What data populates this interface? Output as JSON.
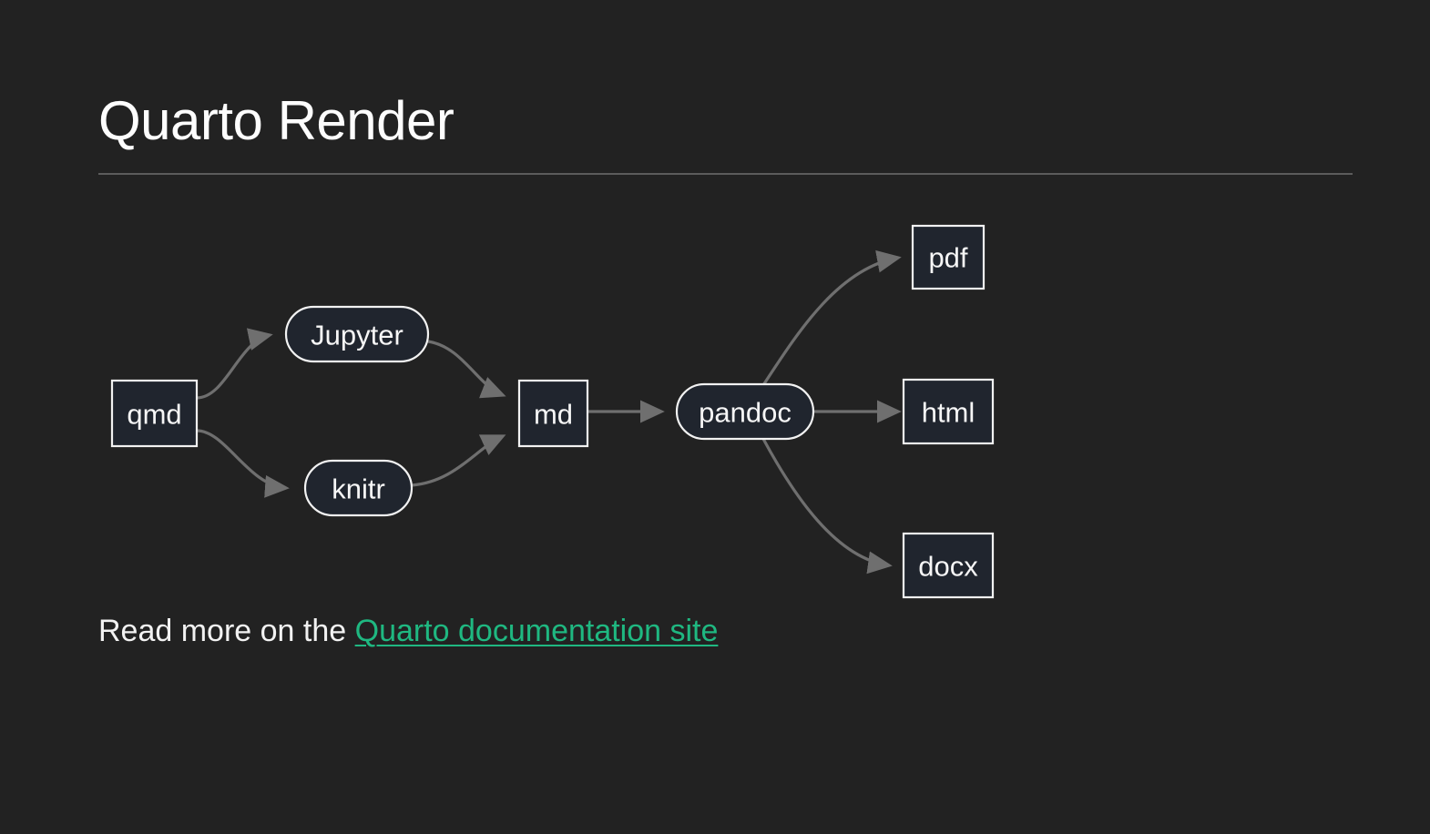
{
  "slide": {
    "title": "Quarto Render",
    "background_color": "#222222",
    "rule_color": "#5c5c5c"
  },
  "diagram": {
    "type": "flowchart",
    "direction": "left-to-right",
    "node_fill": "#20252e",
    "node_stroke": "#f2f2f2",
    "edge_color": "#6f6f6f",
    "nodes": [
      {
        "id": "qmd",
        "label": "qmd",
        "shape": "rect"
      },
      {
        "id": "jupyter",
        "label": "Jupyter",
        "shape": "stadium"
      },
      {
        "id": "knitr",
        "label": "knitr",
        "shape": "stadium"
      },
      {
        "id": "md",
        "label": "md",
        "shape": "rect"
      },
      {
        "id": "pandoc",
        "label": "pandoc",
        "shape": "stadium"
      },
      {
        "id": "pdf",
        "label": "pdf",
        "shape": "rect"
      },
      {
        "id": "html",
        "label": "html",
        "shape": "rect"
      },
      {
        "id": "docx",
        "label": "docx",
        "shape": "rect"
      }
    ],
    "edges": [
      {
        "from": "qmd",
        "to": "jupyter"
      },
      {
        "from": "qmd",
        "to": "knitr"
      },
      {
        "from": "jupyter",
        "to": "md"
      },
      {
        "from": "knitr",
        "to": "md"
      },
      {
        "from": "md",
        "to": "pandoc"
      },
      {
        "from": "pandoc",
        "to": "pdf"
      },
      {
        "from": "pandoc",
        "to": "html"
      },
      {
        "from": "pandoc",
        "to": "docx"
      }
    ]
  },
  "footer": {
    "lead_text": "Read more on the ",
    "link_text": "Quarto documentation site",
    "link_color": "#1fb881"
  }
}
